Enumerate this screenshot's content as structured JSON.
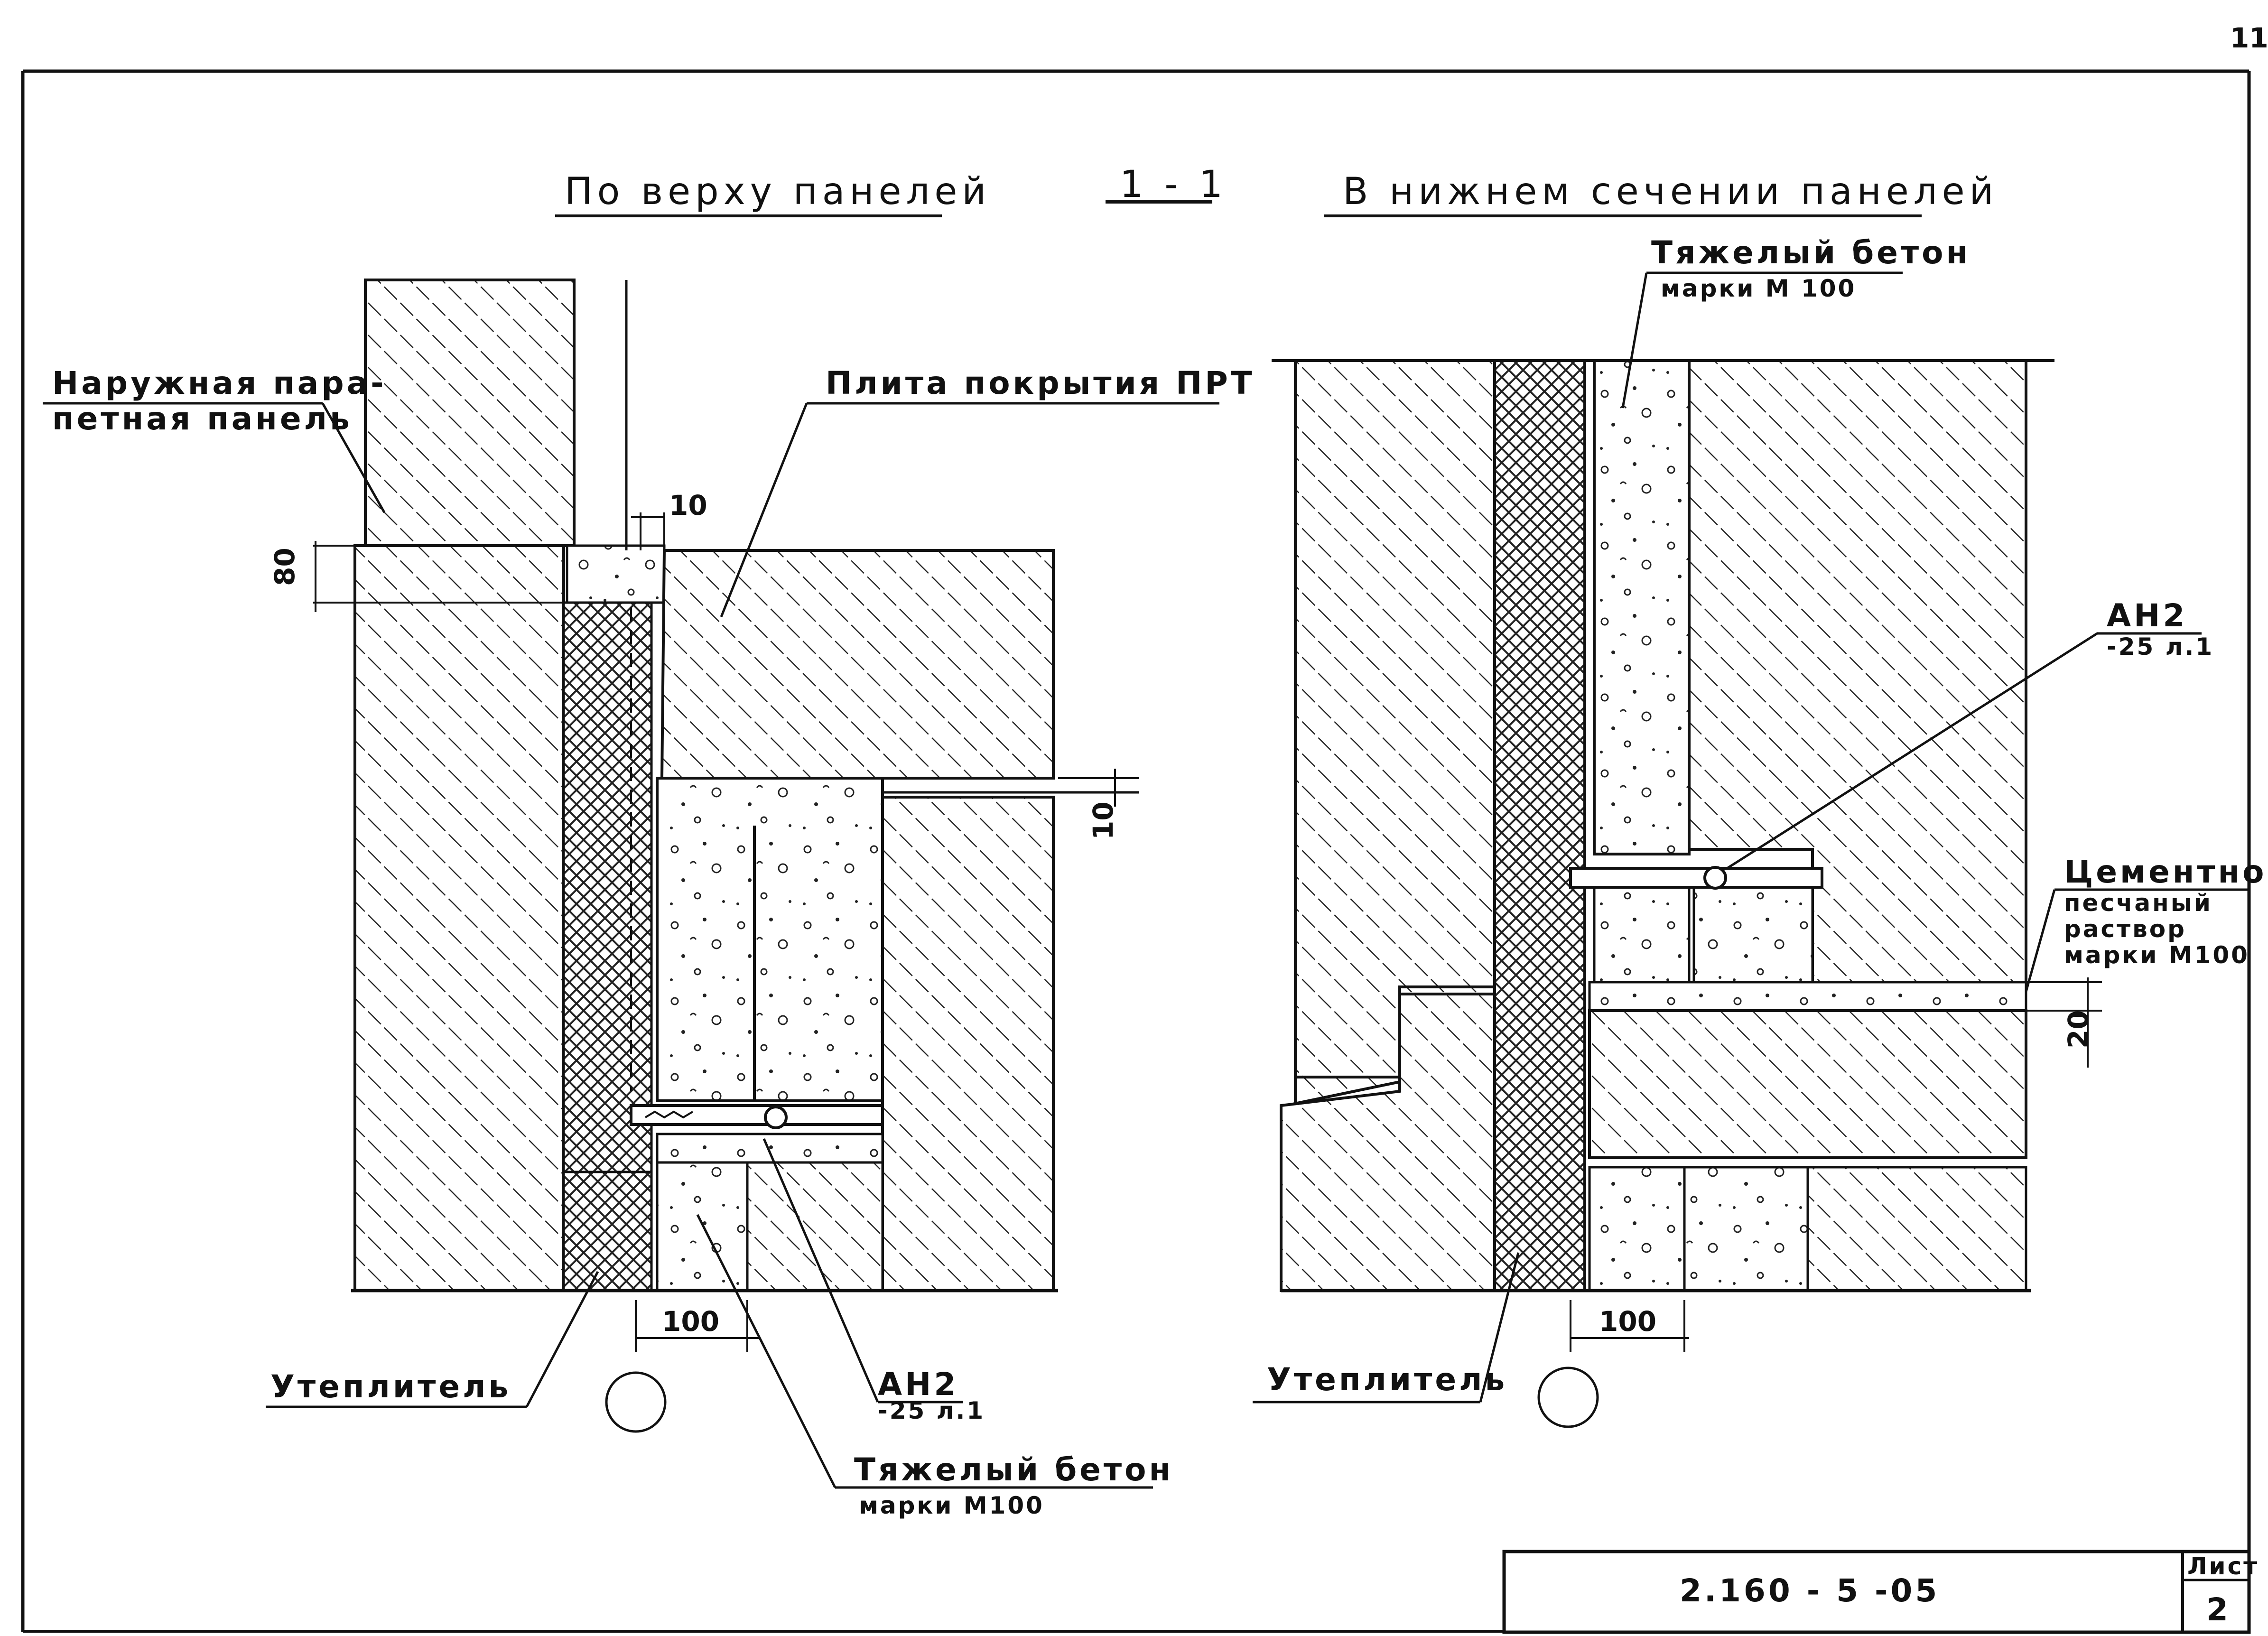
{
  "page_number": "11",
  "section_mark": "1 - 1",
  "left_view": {
    "title": "По верху панелей",
    "labels": {
      "parapet_line1": "Наружная пара-",
      "parapet_line2": "петная панель",
      "slab": "Плита покрытия ПРТ",
      "insulation": "Утеплитель",
      "anchor_code": "АН2",
      "anchor_ref": "-25 л.1",
      "concrete_line1": "Тяжелый бетон",
      "concrete_line2": "марки М100"
    },
    "dims": {
      "joint_top": "10",
      "height_80": "80",
      "gap_10": "10",
      "width_100": "100"
    }
  },
  "right_view": {
    "title": "В нижнем сечении панелей",
    "labels": {
      "concrete_line1": "Тяжелый бетон",
      "concrete_line2": "марки М 100",
      "anchor_code": "АН2",
      "anchor_ref": "-25 л.1",
      "mortar_line1": "Цементно-",
      "mortar_line2": "песчаный",
      "mortar_line3": "раствор",
      "mortar_line4": "марки М100",
      "insulation": "Утеплитель"
    },
    "dims": {
      "height_20": "20",
      "width_100": "100"
    }
  },
  "title_block": {
    "code": "2.160 - 5 -05",
    "sheet_label": "Лист",
    "sheet_number": "2"
  }
}
